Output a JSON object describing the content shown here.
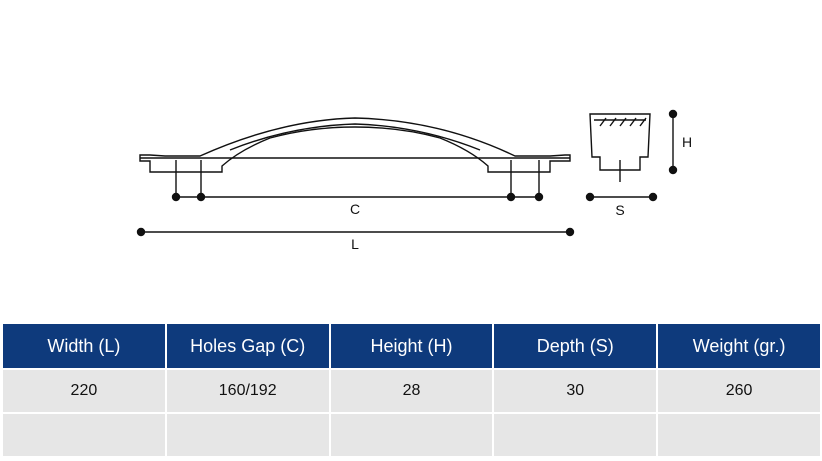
{
  "diagram": {
    "labels": {
      "C": "C",
      "L": "L",
      "H": "H",
      "S": "S"
    }
  },
  "table": {
    "headers": [
      "Width (L)",
      "Holes Gap (C)",
      "Height (H)",
      "Depth (S)",
      "Weight (gr.)"
    ],
    "rows": [
      [
        "220",
        "160/192",
        "28",
        "30",
        "260"
      ],
      [
        "",
        "",
        "",
        "",
        ""
      ]
    ]
  },
  "colors": {
    "header_bg": "#0e3a7c",
    "cell_bg": "#e6e6e6",
    "line": "#111111"
  }
}
